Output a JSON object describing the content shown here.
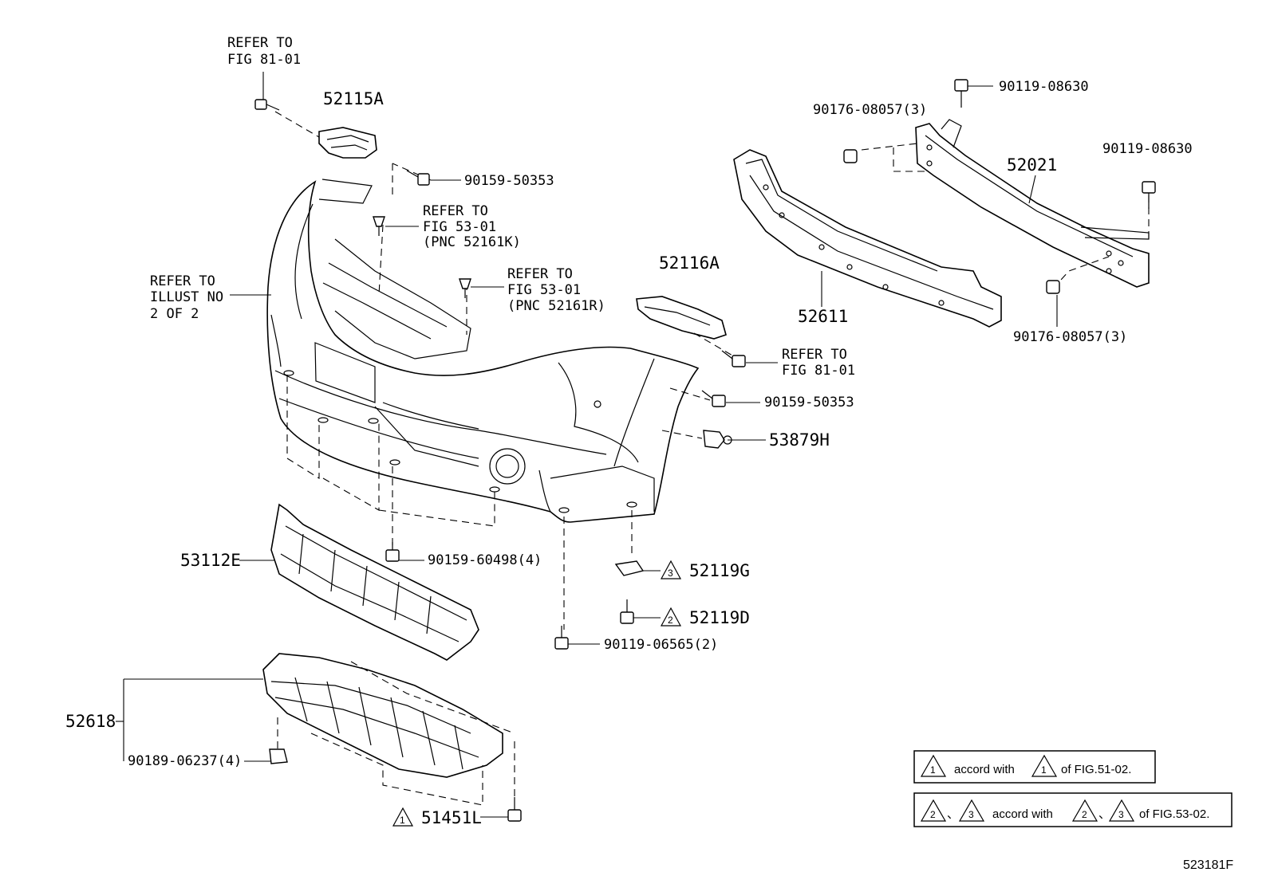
{
  "diagram": {
    "figure_code": "523181F",
    "refs": {
      "fig8101_top": [
        "REFER TO",
        "FIG 81-01"
      ],
      "fig5301_k": [
        "REFER TO",
        "FIG 53-01",
        "(PNC 52161K)"
      ],
      "fig5301_r": [
        "REFER TO",
        "FIG 53-01",
        "(PNC 52161R)"
      ],
      "illust": [
        "REFER TO",
        "ILLUST NO",
        "2 OF 2"
      ],
      "fig8101_right": [
        "REFER TO",
        "FIG 81-01"
      ]
    },
    "parts": {
      "p52115A": "52115A",
      "p52116A": "52116A",
      "p52021": "52021",
      "p52611": "52611",
      "p53112E": "53112E",
      "p52618": "52618",
      "p53879H": "53879H",
      "p52119G": "52119G",
      "p52119D": "52119D",
      "p51451L": "51451L"
    },
    "fasteners": {
      "f_90159_50353_top": "90159-50353",
      "f_90159_50353_mid": "90159-50353",
      "f_90176_08057_top": "90176-08057(3)",
      "f_90176_08057_bottom": "90176-08057(3)",
      "f_90119_08630_top": "90119-08630",
      "f_90119_08630_right": "90119-08630",
      "f_90159_60498": "90159-60498(4)",
      "f_90119_06565": "90119-06565(2)",
      "f_90189_06237": "90189-06237(4)"
    },
    "triangles": {
      "t52119G": "3",
      "t52119D": "2",
      "t51451L": "1"
    },
    "legend": {
      "row1": {
        "tri_a": "1",
        "text": "accord with",
        "tri_b": "1",
        "suffix": "of FIG.51-02."
      },
      "row2": {
        "tri_a": "2",
        "sep1": "、",
        "tri_b": "3",
        "text": "accord with",
        "tri_c": "2",
        "sep2": "、",
        "tri_d": "3",
        "suffix": "of FIG.53-02."
      }
    }
  }
}
